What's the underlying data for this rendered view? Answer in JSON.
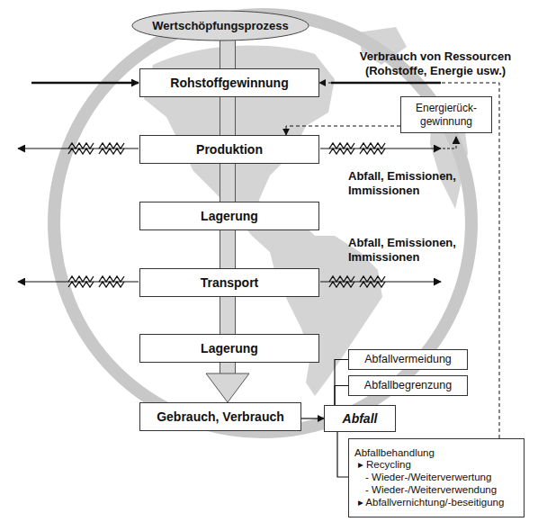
{
  "diagram": {
    "nodes": [
      {
        "text": [
          "Wertschöpfungsprozess"
        ]
      },
      {
        "text": [
          "Rohstoffgewinnung"
        ]
      },
      {
        "text": [
          "Produktion"
        ]
      },
      {
        "text": [
          "Lagerung"
        ]
      },
      {
        "text": [
          "Transport"
        ]
      },
      {
        "text": [
          "Lagerung"
        ]
      },
      {
        "text": [
          "Gebrauch, Verbrauch"
        ]
      },
      {
        "text": [
          "Abfall"
        ]
      },
      {
        "text": [
          "Abfallvermeidung"
        ]
      },
      {
        "text": [
          "Abfallbegrenzung"
        ]
      },
      {
        "text": [
          "Abfallbehandlung",
          "▸ Recycling",
          "- Wieder-/Weiterverwertung",
          "- Wieder-/Weiterverwendung",
          "▸ Abfallvernichtung/-beseitigung"
        ]
      },
      {
        "text": [
          "Energierück- gewinnung"
        ]
      }
    ],
    "edges": [
      {
        "from": 0,
        "to": 1,
        "arrow": "none"
      },
      {
        "from": 1,
        "to": 2,
        "arrow": "none"
      },
      {
        "from": 2,
        "to": 3,
        "arrow": "none"
      },
      {
        "from": 3,
        "to": 4,
        "arrow": "none"
      },
      {
        "from": 4,
        "to": 5,
        "arrow": "none"
      },
      {
        "from": 5,
        "to": 6,
        "arrow": "to"
      },
      {
        "from": 6,
        "to": 7,
        "arrow": "to"
      },
      {
        "from": 7,
        "to": 8,
        "arrow": "none"
      },
      {
        "from": 7,
        "to": 9,
        "arrow": "none"
      },
      {
        "from": 7,
        "to": 10,
        "arrow": "none"
      },
      {
        "from": 10,
        "to": 1,
        "arrow": "to"
      },
      {
        "from": 11,
        "to": 2,
        "arrow": "to"
      }
    ],
    "labels": [
      "Verbrauch von Ressourcen (Rohstoffe, Energie usw.)",
      "Abfall, Emissionen, Immissionen",
      "Abfall, Emissionen, Immissionen"
    ]
  }
}
